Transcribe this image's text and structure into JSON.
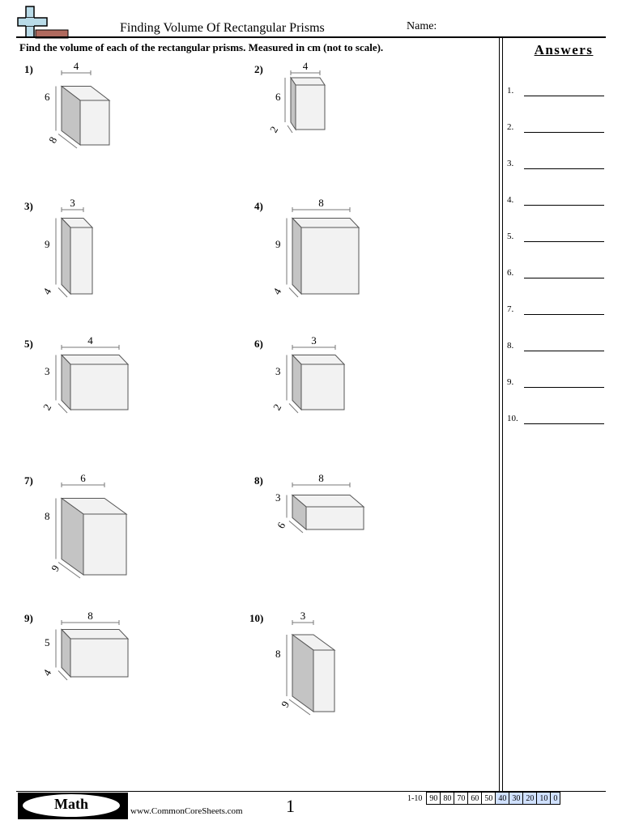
{
  "header": {
    "title": "Finding Volume Of Rectangular Prisms",
    "name_label": "Name:",
    "logo_icon": "plus-eraser-logo-icon"
  },
  "instructions": "Find the volume of each of the rectangular prisms. Measured in cm (not to scale).",
  "problems": [
    {
      "number": "1)",
      "width": "4",
      "height": "6",
      "depth": "8"
    },
    {
      "number": "2)",
      "width": "4",
      "height": "6",
      "depth": "2"
    },
    {
      "number": "3)",
      "width": "3",
      "height": "9",
      "depth": "4"
    },
    {
      "number": "4)",
      "width": "8",
      "height": "9",
      "depth": "4"
    },
    {
      "number": "5)",
      "width": "4",
      "height": "3",
      "depth": "2"
    },
    {
      "number": "6)",
      "width": "3",
      "height": "3",
      "depth": "2"
    },
    {
      "number": "7)",
      "width": "6",
      "height": "8",
      "depth": "9"
    },
    {
      "number": "8)",
      "width": "8",
      "height": "3",
      "depth": "6"
    },
    {
      "number": "9)",
      "width": "8",
      "height": "5",
      "depth": "4"
    },
    {
      "number": "10)",
      "width": "3",
      "height": "8",
      "depth": "9"
    }
  ],
  "answers": {
    "title": "Answers",
    "items": [
      "1.",
      "2.",
      "3.",
      "4.",
      "5.",
      "6.",
      "7.",
      "8.",
      "9.",
      "10."
    ]
  },
  "footer": {
    "logo_text": "Math",
    "website": "www.CommonCoreSheets.com",
    "page_number": "1",
    "score_range": "1-10",
    "scores": [
      "90",
      "80",
      "70",
      "60",
      "50",
      "40",
      "30",
      "20",
      "10",
      "0"
    ]
  },
  "colors": {
    "prism_top": "#f2f2f2",
    "prism_side": "#c4c4c4",
    "prism_front": "#f2f2f2",
    "score_highlight": "#cfe0ff",
    "logo_cross": "#b9dbe8",
    "logo_eraser": "#b06a5e"
  }
}
